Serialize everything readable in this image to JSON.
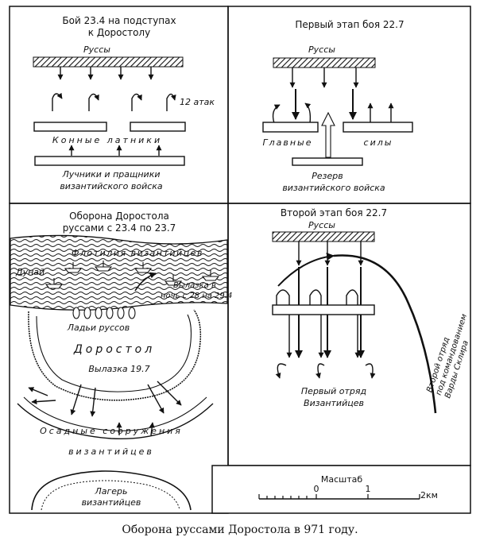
{
  "caption": "Оборона руссами Доростола в 971 году.",
  "colors": {
    "ink": "#111111",
    "paper": "#ffffff"
  },
  "panel_top_left": {
    "title_line1": "Бой 23.4 на подступах",
    "title_line2": "к Доростолу",
    "rus_label": "Руссы",
    "attack_label": "12 атак",
    "cavalry_label": "Конные латники",
    "archers_line1": "Лучники и пращники",
    "archers_line2": "византийского войска"
  },
  "panel_top_right": {
    "title": "Первый этап боя 22.7",
    "rus_label": "Руссы",
    "main_forces_left": "Главные",
    "main_forces_right": "силы",
    "reserve_line1": "Резерв",
    "reserve_line2": "византийского войска"
  },
  "panel_bottom_left": {
    "title_line1": "Оборона Доростола",
    "title_line2": "руссами с 23.4 по 23.7",
    "flotilla": "Флотилия византийцев",
    "river": "Дунай",
    "sortie_1": "Вылазка в",
    "sortie_2": "ночь с 28 на 29.4",
    "boats": "Ладьи руссов",
    "city": "Доростол",
    "sortie_main": "Вылазка 19.7",
    "siege_line1": "Осадные сооружения",
    "siege_line2": "византийцев",
    "camp_line1": "Лагерь",
    "camp_line2": "византийцев"
  },
  "panel_bottom_right": {
    "title": "Второй этап боя 22.7",
    "rus_label": "Руссы",
    "first_detachment_line1": "Первый отряд",
    "first_detachment_line2": "Византийцев",
    "second_detachment_line1": "Второй отряд",
    "second_detachment_line2": "под командованием",
    "second_detachment_line3": "Варды Склира"
  },
  "scale": {
    "title": "Масштаб",
    "ticks": [
      "0",
      "1",
      "2км"
    ]
  }
}
